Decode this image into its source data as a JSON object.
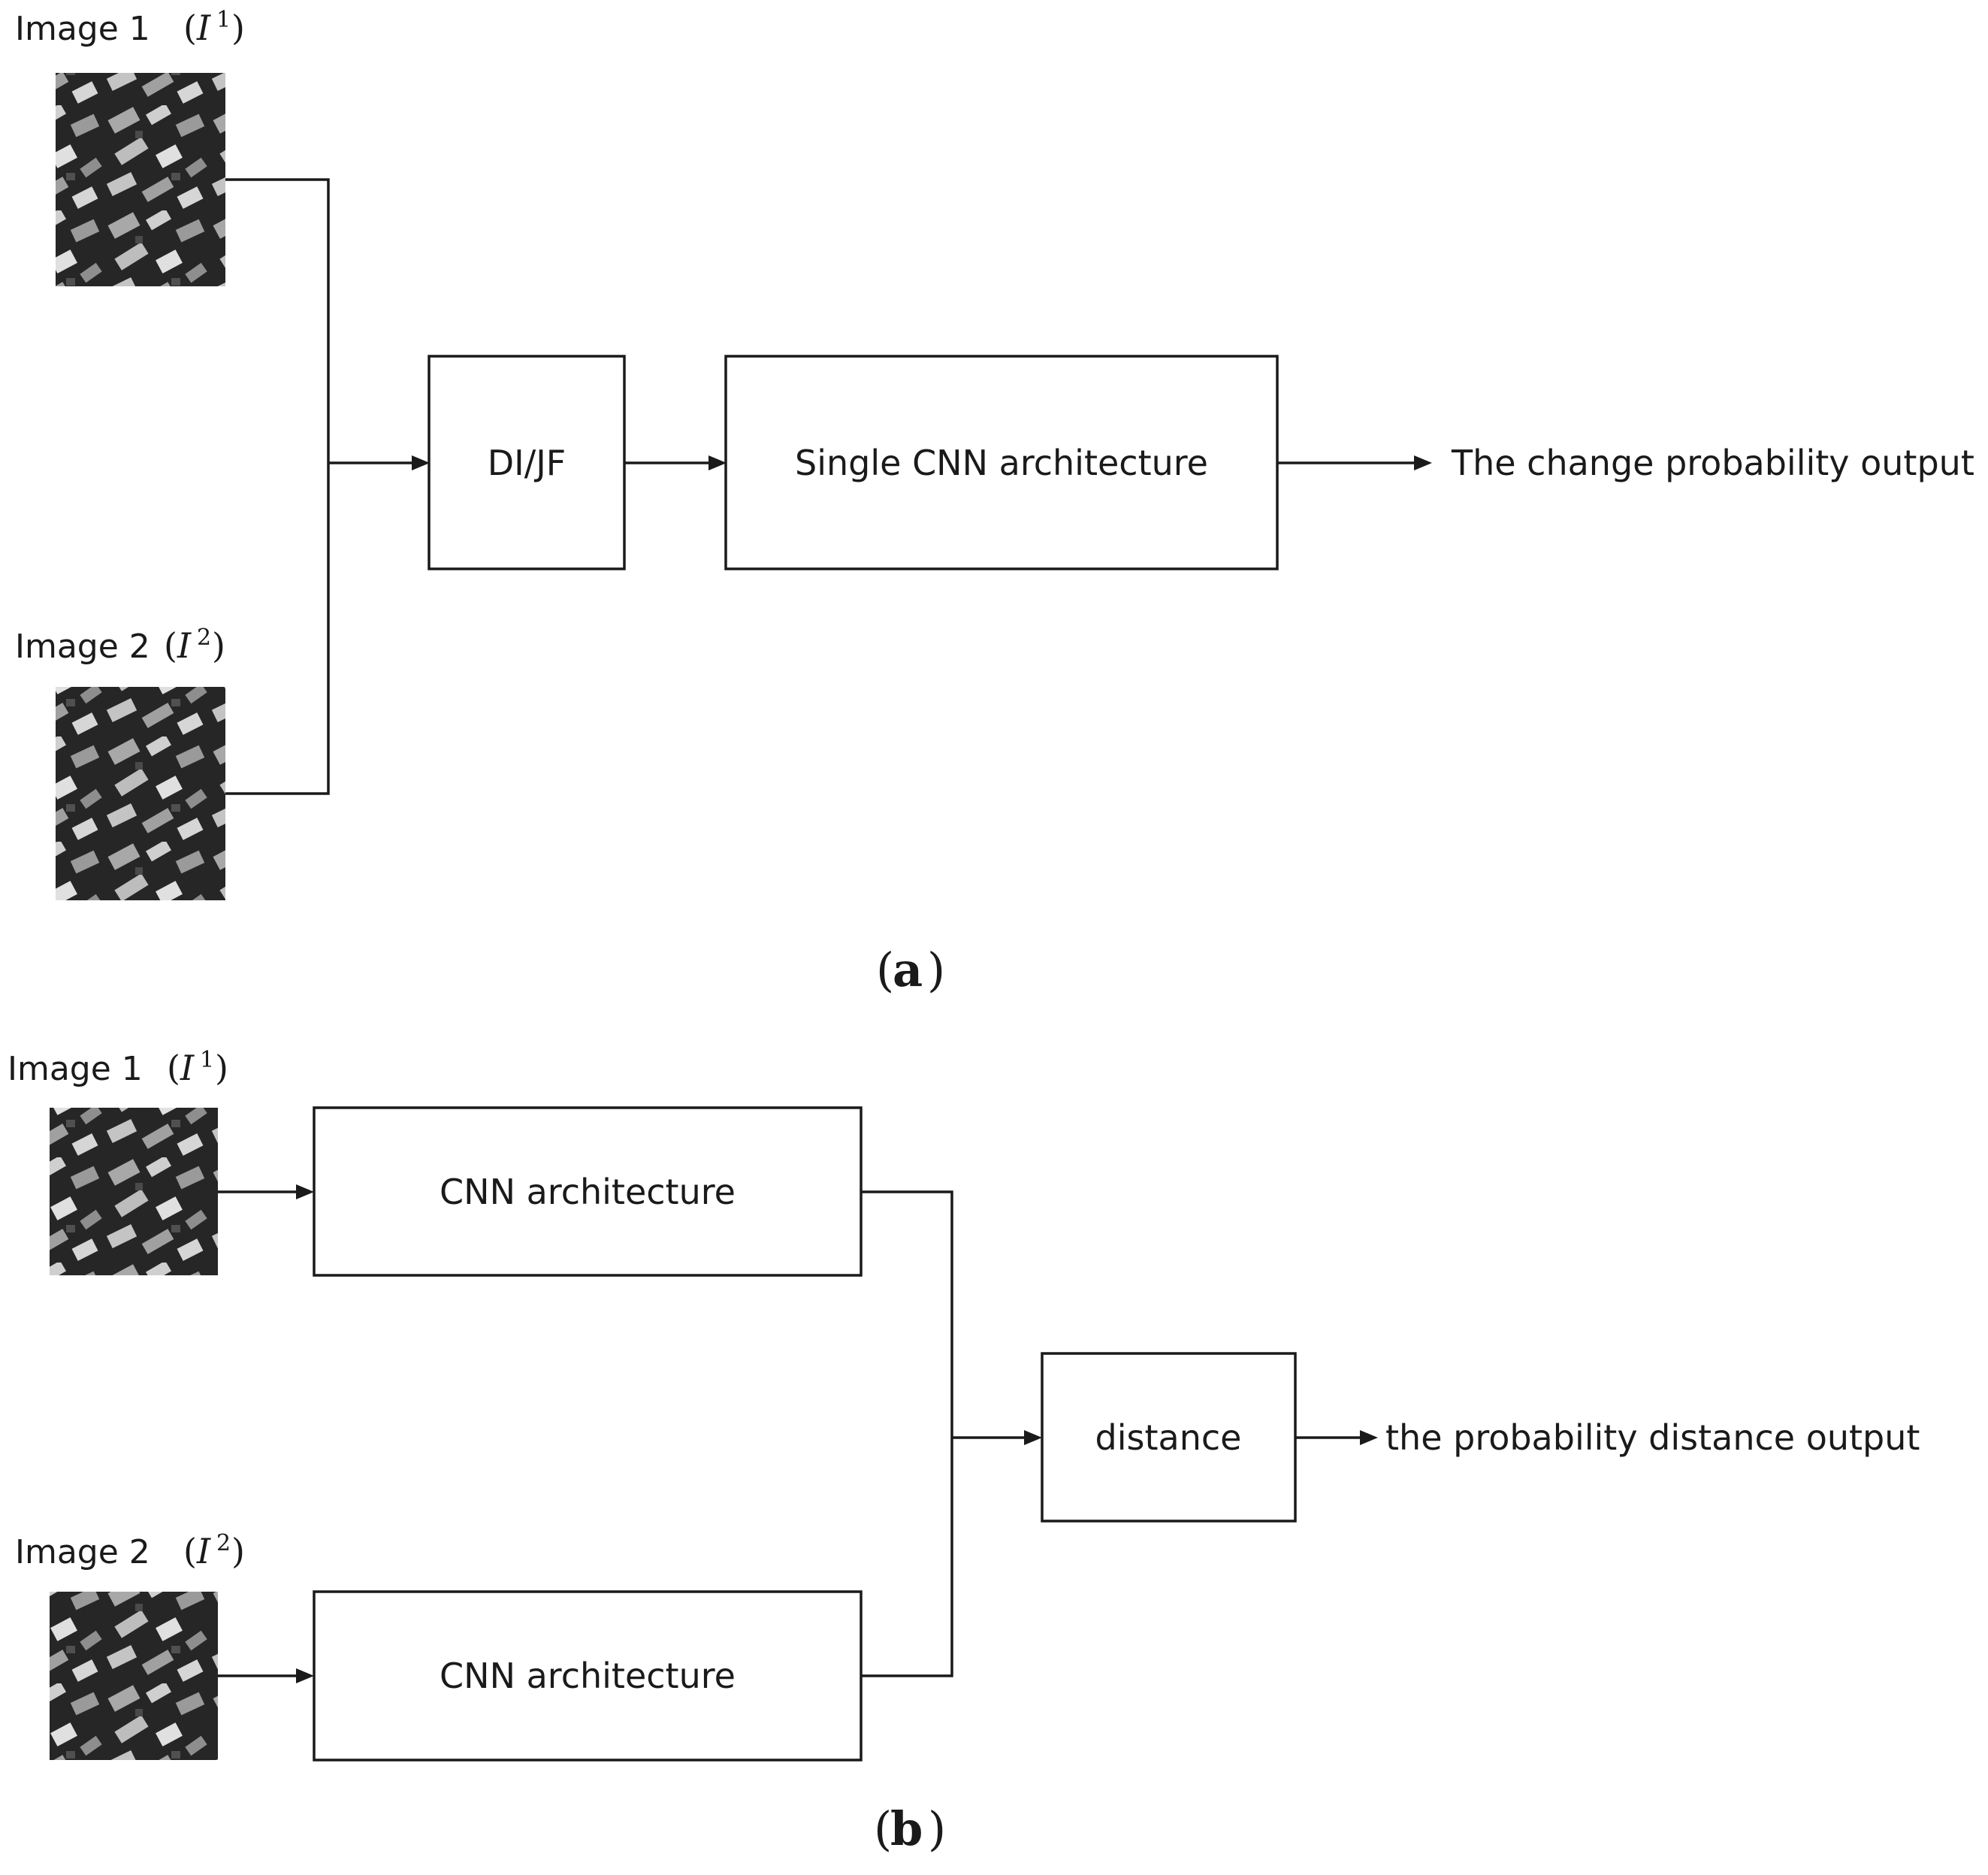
{
  "panel_a": {
    "image1_label": "Image 1",
    "image1_symbol": "I",
    "image1_sup": "1",
    "image2_label": "Image 2",
    "image2_symbol": "I",
    "image2_sup": "2",
    "dijf_box": "DI/JF",
    "cnn_box": "Single CNN architecture",
    "output": "The change probability output",
    "caption": "a"
  },
  "panel_b": {
    "image1_label": "Image 1",
    "image1_symbol": "I",
    "image1_sup": "1",
    "image2_label": "Image 2",
    "image2_symbol": "I",
    "image2_sup": "2",
    "cnn_box_1": "CNN architecture",
    "cnn_box_2": "CNN architecture",
    "distance_box": "distance",
    "output": "the probability distance output",
    "caption": "b"
  }
}
